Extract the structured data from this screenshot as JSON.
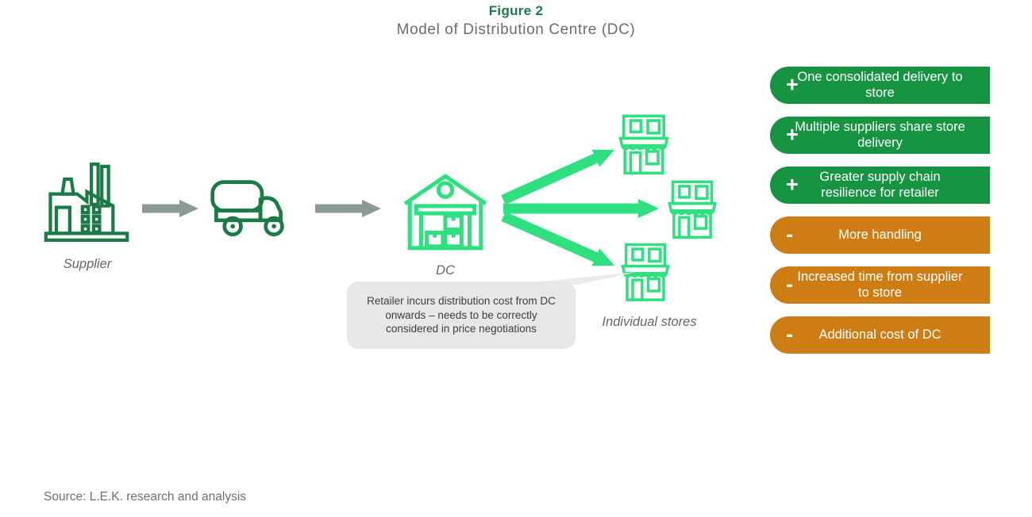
{
  "figure": {
    "label": "Figure 2",
    "title": "Model of Distribution Centre (DC)"
  },
  "flow": {
    "supplier": {
      "label": "Supplier",
      "icon": "factory-icon"
    },
    "transport": {
      "icon": "truck-icon"
    },
    "dc": {
      "label": "DC",
      "icon": "warehouse-icon"
    },
    "stores": {
      "label": "Individual stores",
      "icon": "storefront-icon"
    },
    "callout": "Retailer incurs distribution cost from DC onwards – needs to be correctly considered in price negotiations"
  },
  "badges": [
    {
      "sign": "+",
      "type": "pro",
      "label": "One consolidated delivery to store"
    },
    {
      "sign": "+",
      "type": "pro",
      "label": "Multiple suppliers share store delivery"
    },
    {
      "sign": "+",
      "type": "pro",
      "label": "Greater supply chain resilience for retailer"
    },
    {
      "sign": "-",
      "type": "con",
      "label": "More handling"
    },
    {
      "sign": "-",
      "type": "con",
      "label": "Increased time from supplier to store"
    },
    {
      "sign": "-",
      "type": "con",
      "label": "Additional cost of DC"
    }
  ],
  "source": "Source: L.E.K. research and analysis",
  "colors": {
    "dark_green": "#1b7b47",
    "bright_green": "#2fe081",
    "badge_green": "#169442",
    "badge_orange": "#ce7d15",
    "arrow_gray": "#8b9b93",
    "callout_bg": "#e5e8e7",
    "text_gray": "#6d6d6d"
  }
}
